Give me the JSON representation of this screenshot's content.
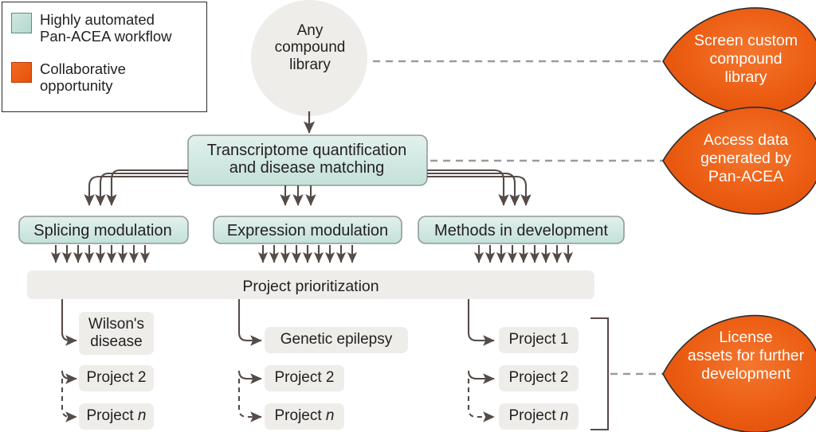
{
  "legend": {
    "items": [
      {
        "name": "highly-automated",
        "color": "#b9dbd4",
        "label": "Highly automated\nPan-ACEA workflow"
      },
      {
        "name": "collaborative",
        "color": "#e8500f",
        "label": "Collaborative\nopportunity"
      }
    ]
  },
  "nodes": {
    "source": {
      "label": "Any\ncompound\nlibrary",
      "color": "#eeede9"
    },
    "main": {
      "label": "Transcriptome quantification\nand disease matching",
      "color": "#cde7e0"
    },
    "branches": [
      {
        "label": "Splicing modulation",
        "color": "#cde7e0"
      },
      {
        "label": "Expression modulation",
        "color": "#cde7e0"
      },
      {
        "label": "Methods in development",
        "color": "#cde7e0"
      }
    ],
    "prioritization": {
      "label": "Project prioritization",
      "color": "#eeede9"
    }
  },
  "columns": [
    {
      "name": "splicing-projects",
      "items": [
        "Wilson's\ndisease",
        "Project 2",
        "Project n"
      ]
    },
    {
      "name": "expression-projects",
      "items": [
        "Genetic epilepsy",
        "Project 2",
        "Project n"
      ]
    },
    {
      "name": "methods-projects",
      "items": [
        "Project 1",
        "Project 2",
        "Project n"
      ]
    }
  ],
  "callouts": [
    {
      "name": "screen-custom-compound-library",
      "label": "Screen custom\ncompound\nlibrary",
      "color": "#e8500f"
    },
    {
      "name": "access-data-generated-by-pan-acea",
      "label": "Access data\ngenerated by\nPan-ACEA",
      "color": "#e8500f"
    },
    {
      "name": "license-assets-for-further-development",
      "label": "License\nassets for further\ndevelopment",
      "color": "#e8500f"
    }
  ],
  "colors": {
    "teal_fill": "#cde7e0",
    "teal_border": "#8f9b99",
    "grey_fill": "#eeede9",
    "orange": "#e8500f",
    "arrow": "#554b47",
    "dashed": "#9b9b9b"
  }
}
